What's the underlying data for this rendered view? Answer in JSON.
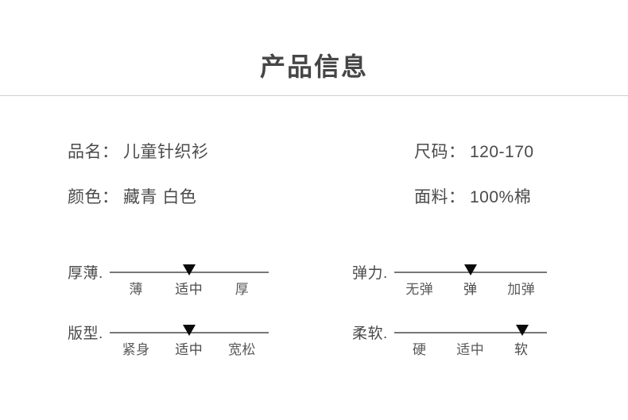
{
  "header": {
    "title": "产品信息"
  },
  "specs": [
    {
      "left": {
        "label": "品名",
        "colon": "：",
        "value": "儿童针织衫"
      },
      "right": {
        "label": "尺码",
        "colon": "：",
        "value": "120-170"
      }
    },
    {
      "left": {
        "label": "颜色",
        "colon": "：",
        "value": "藏青 白色"
      },
      "right": {
        "label": "面料",
        "colon": "：",
        "value": "100%棉"
      }
    }
  ],
  "scales": [
    {
      "left": {
        "name": "厚薄.",
        "options": [
          "薄",
          "适中",
          "厚"
        ],
        "selected_index": 1,
        "marker_percent": 50
      },
      "right": {
        "name": "弹力.",
        "options": [
          "无弹",
          "弹",
          "加弹"
        ],
        "selected_index": 1,
        "marker_percent": 50
      }
    },
    {
      "left": {
        "name": "版型.",
        "options": [
          "紧身",
          "适中",
          "宽松"
        ],
        "selected_index": 1,
        "marker_percent": 50
      },
      "right": {
        "name": "柔软.",
        "options": [
          "硬",
          "适中",
          "软"
        ],
        "selected_index": 2,
        "marker_percent": 84
      }
    }
  ],
  "colors": {
    "title": "#464646",
    "text": "#4a4a4a",
    "option_text": "#5a5a5a",
    "divider": "#cfcfcf",
    "scale_line": "#777777",
    "marker": "#0a0a0a",
    "background": "#ffffff"
  }
}
